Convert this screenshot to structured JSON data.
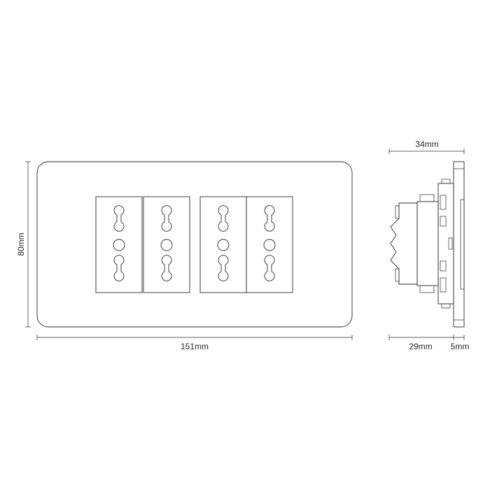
{
  "dimensions": {
    "width": "151mm",
    "height": "80mm",
    "depth_total": "34mm",
    "depth_body": "29mm",
    "depth_plate": "5mm"
  },
  "front_view": {
    "socket_count": 4,
    "pins_per_socket": 3
  },
  "colors": {
    "line": "#2b2b2b",
    "background": "#ffffff"
  }
}
